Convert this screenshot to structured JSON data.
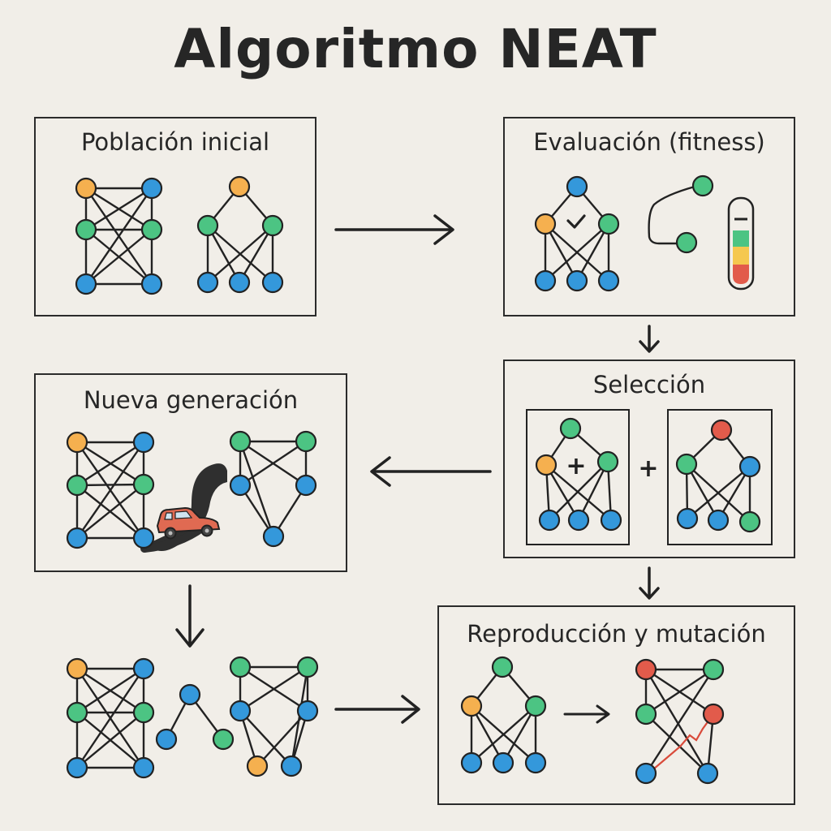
{
  "title": "Algoritmo NEAT",
  "panels": {
    "initial_population": {
      "label": "Población inicial"
    },
    "evaluation": {
      "label": "Evaluación (fitness)"
    },
    "selection": {
      "label": "Selección"
    },
    "new_generation": {
      "label": "Nueva generación"
    },
    "reproduction": {
      "label": "Reproducción y mutación"
    }
  },
  "symbols": {
    "plus": "+",
    "check": "✓",
    "minus": "–"
  },
  "colors": {
    "blue": "#3498db",
    "green": "#4cc483",
    "orange": "#f5b04f",
    "red": "#e25b4b",
    "line": "#222222",
    "background": "#f1eee8",
    "car": "#e06a52"
  }
}
